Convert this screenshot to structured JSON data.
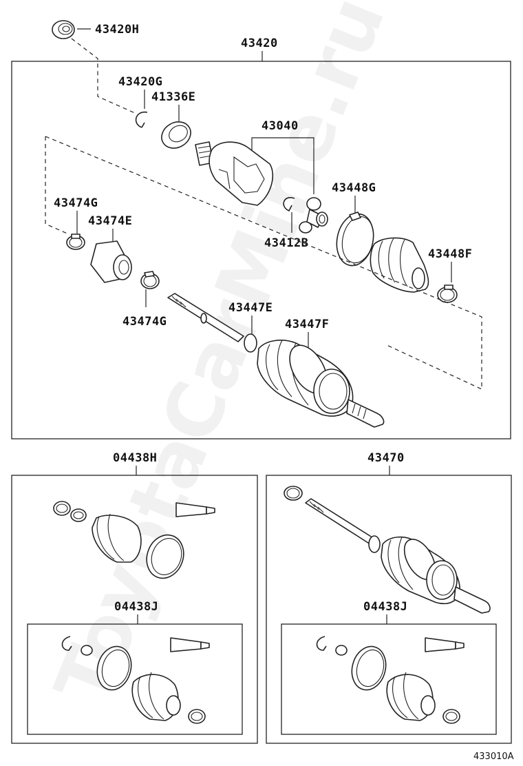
{
  "watermark": "ToyotaCarMine.ru",
  "reference_code": "433010A",
  "labels": {
    "p43420H": "43420H",
    "p43420": "43420",
    "p43420G": "43420G",
    "p41336E": "41336E",
    "p43040": "43040",
    "p43474G_top": "43474G",
    "p43474E": "43474E",
    "p43448G": "43448G",
    "p43412B": "43412B",
    "p43448F": "43448F",
    "p43474G_bottom": "43474G",
    "p43447E": "43447E",
    "p43447F": "43447F",
    "p04438H": "04438H",
    "p43470": "43470",
    "p04438J_left": "04438J",
    "p04438J_right": "04438J"
  }
}
